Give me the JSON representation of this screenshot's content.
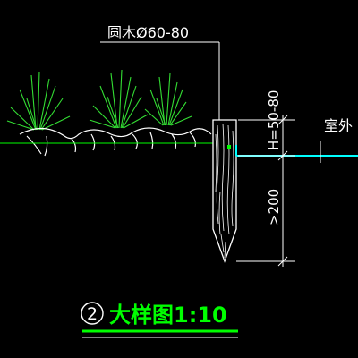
{
  "drawing": {
    "background": "#000000",
    "colors": {
      "white": "#ffffff",
      "green": "#00ff00",
      "cyan": "#00ffff",
      "grass": "#33dd33"
    },
    "callout_text": "圆木Ø60-80",
    "height_dim_text": "H=50-80",
    "depth_dim_text": ">200",
    "outdoor_label": "室外",
    "detail_number": "2",
    "detail_title": "大样图1:10"
  }
}
